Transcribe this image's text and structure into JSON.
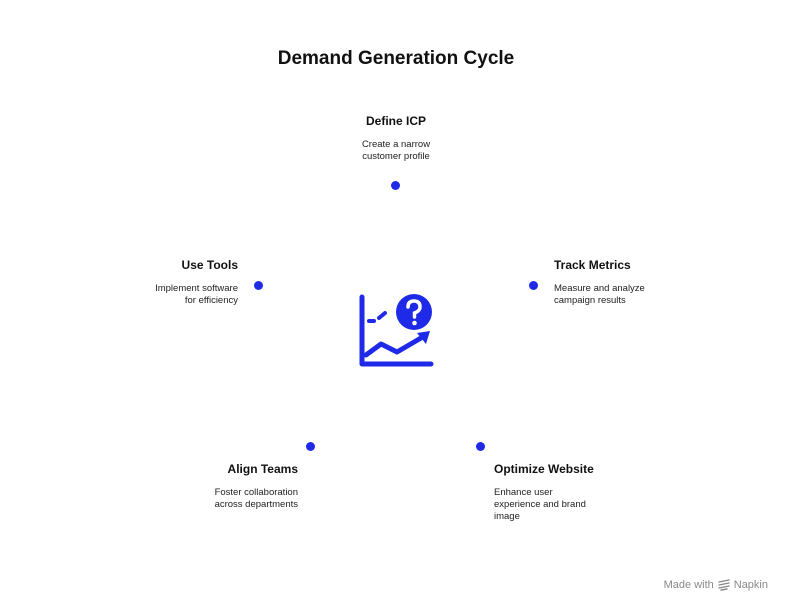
{
  "title": "Demand Generation Cycle",
  "accent_color": "#1f2ae8",
  "center_icon": "chart-question-icon",
  "nodes": [
    {
      "id": "define-icp",
      "title": "Define ICP",
      "description_lines": [
        "Create a narrow",
        "customer profile"
      ]
    },
    {
      "id": "track-metrics",
      "title": "Track Metrics",
      "description_lines": [
        "Measure and analyze",
        "campaign results"
      ]
    },
    {
      "id": "optimize-website",
      "title": "Optimize Website",
      "description_lines": [
        "Enhance user",
        "experience and brand",
        "image"
      ]
    },
    {
      "id": "align-teams",
      "title": "Align Teams",
      "description_lines": [
        "Foster collaboration",
        "across departments"
      ]
    },
    {
      "id": "use-tools",
      "title": "Use Tools",
      "description_lines": [
        "Implement software",
        "for efficiency"
      ]
    }
  ],
  "footer": {
    "made_with": "Made with",
    "brand": "Napkin",
    "brand_icon": "napkin-logo-icon"
  }
}
